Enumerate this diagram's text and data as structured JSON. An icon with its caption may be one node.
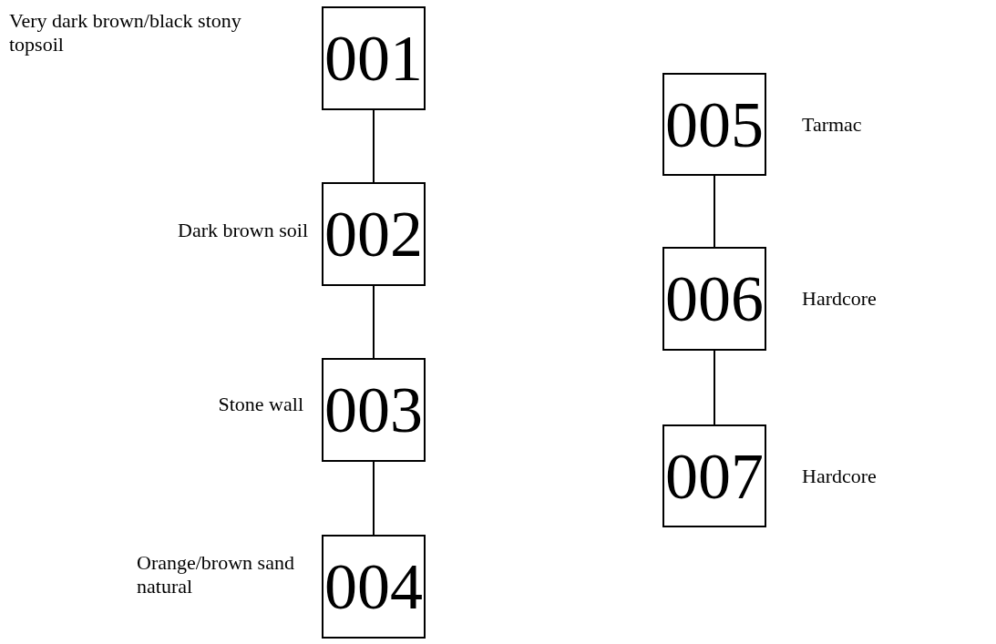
{
  "diagram": {
    "nodes": [
      {
        "text": [
          "001"
        ],
        "beside": [
          "Very dark brown/black stony topsoil"
        ]
      },
      {
        "text": [
          "002"
        ],
        "beside": [
          "Dark brown soil"
        ]
      },
      {
        "text": [
          "003"
        ],
        "beside": [
          "Stone wall"
        ]
      },
      {
        "text": [
          "004"
        ],
        "beside": [
          "Orange/brown sand natural"
        ]
      },
      {
        "text": [
          "005"
        ],
        "beside": [
          "Tarmac"
        ]
      },
      {
        "text": [
          "006"
        ],
        "beside": [
          "Hardcore"
        ]
      },
      {
        "text": [
          "007"
        ],
        "beside": [
          "Hardcore"
        ]
      }
    ],
    "edges": [
      {
        "from": 0,
        "to": 1,
        "arrow": "none"
      },
      {
        "from": 1,
        "to": 2,
        "arrow": "none"
      },
      {
        "from": 2,
        "to": 3,
        "arrow": "none"
      },
      {
        "from": 4,
        "to": 5,
        "arrow": "none"
      },
      {
        "from": 5,
        "to": 6,
        "arrow": "none"
      }
    ]
  }
}
